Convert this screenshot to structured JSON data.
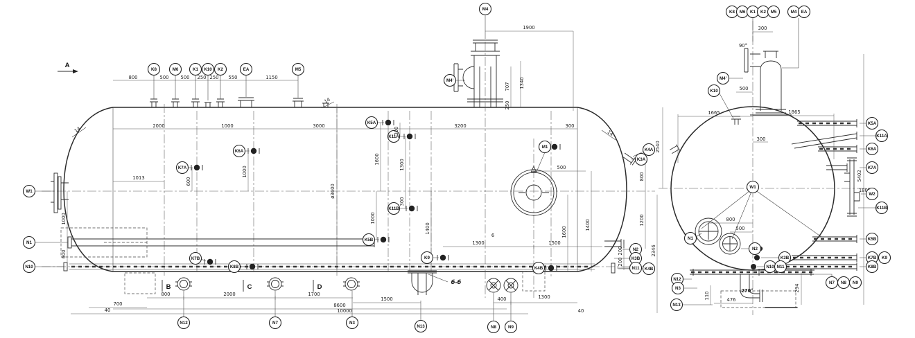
{
  "drawing": {
    "type": "pressure-vessel fabrication drawing",
    "views": [
      "elevation",
      "end view"
    ],
    "shell_diameter_label": "ø3600"
  },
  "letters": {
    "view_arrow": "A",
    "section_b": "B",
    "section_c": "C",
    "section_d": "D",
    "detail_note": "б-б"
  },
  "balloons": {
    "elev_top": [
      "K8",
      "M6",
      "K1",
      "K10",
      "K2",
      "EA",
      "M5"
    ],
    "elev_manway": [
      "M4",
      "M4'"
    ],
    "elev_left": [
      "W1",
      "N1",
      "N10"
    ],
    "elev_shell": [
      "K6A",
      "K7A",
      "K5A",
      "K11A",
      "K11B",
      "K5B",
      "K7B",
      "K8B",
      "K9",
      "K4B",
      "M1"
    ],
    "elev_right": [
      "K4A",
      "K3A",
      "N2",
      "K3B",
      "N11",
      "K4B"
    ],
    "elev_bottom": [
      "N12",
      "N7",
      "N3",
      "N13",
      "N8",
      "N9"
    ],
    "end_top": [
      "K8",
      "M6",
      "K1",
      "K2",
      "M5",
      "M4",
      "EA"
    ],
    "end_left": [
      "M4'",
      "K10",
      "N12",
      "N3",
      "N13"
    ],
    "end_center": [
      "W1",
      "N1",
      "N2",
      "K3B",
      "N10",
      "N11"
    ],
    "end_right": [
      "K5A",
      "K11A",
      "K6A",
      "K7A",
      "W2",
      "K11B",
      "K5B",
      "K7B",
      "K9",
      "K8B"
    ],
    "end_bottom": [
      "N7",
      "N8",
      "N9"
    ]
  },
  "dims": {
    "elev": [
      "800",
      "500",
      "500",
      "250",
      "250",
      "550",
      "1150",
      "2000",
      "1000",
      "3000",
      "3200",
      "300",
      "1900",
      "707",
      "1340",
      "250",
      "1013",
      "1000",
      "600",
      "1000",
      "600",
      "1600",
      "1300",
      "300",
      "300",
      "1000",
      "1400",
      "500",
      "1400",
      "800",
      "1200",
      "200",
      "200",
      "1600",
      "2346",
      "1300",
      "1500",
      "6",
      "700",
      "800",
      "2000",
      "1700",
      "1500",
      "400",
      "1300",
      "8600",
      "10000",
      "40",
      "40",
      "ø3600",
      "14",
      "14",
      "14"
    ],
    "end": [
      "300",
      "90°",
      "500",
      "1665",
      "1865",
      "300",
      "2540",
      "800",
      "500",
      "180°",
      "5402",
      "270°",
      "476",
      "110",
      "294"
    ]
  }
}
